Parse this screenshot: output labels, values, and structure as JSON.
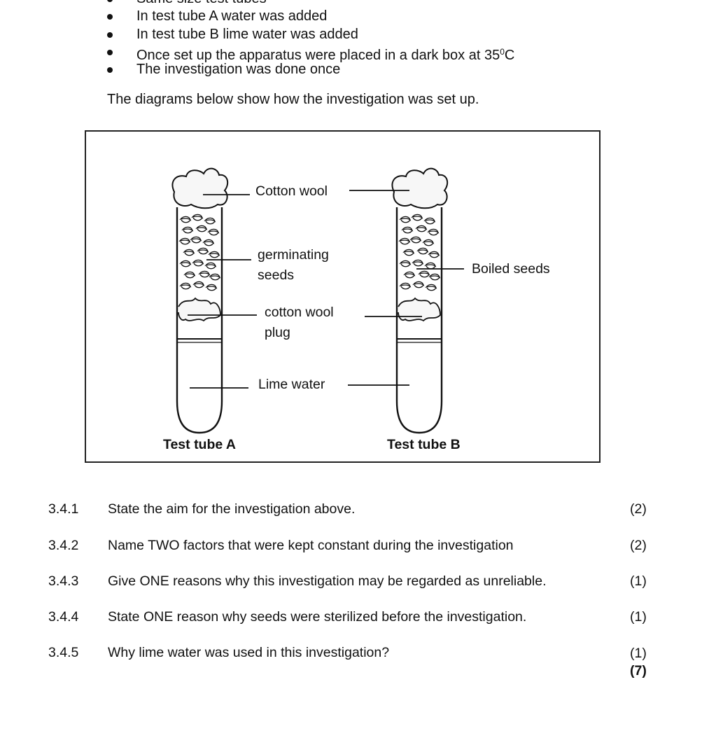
{
  "bullets": [
    {
      "text": "Same size test tubes"
    },
    {
      "text": "In test tube A water was added"
    },
    {
      "text": "In test tube B lime water was added"
    },
    {
      "text": "Once set up the apparatus were placed in a dark box at 35",
      "sup": "0",
      "suffix": "C"
    },
    {
      "text": "The investigation was done once"
    }
  ],
  "intro": "The diagrams below show how the investigation was set up.",
  "diagram": {
    "labels": {
      "cotton_wool_top": "Cotton wool",
      "germinating_seeds": "germinating\nseeds",
      "boiled_seeds": "Boiled seeds",
      "cotton_wool_plug": "cotton wool\nplug",
      "lime_water": "Lime water"
    },
    "captions": {
      "tube_a": "Test tube A",
      "tube_b": "Test tube B"
    }
  },
  "questions": [
    {
      "number": "3.4.1",
      "text": "State the aim for the investigation above.",
      "marks": "(2)"
    },
    {
      "number": "3.4.2",
      "text": "Name TWO factors that were kept constant during the investigation",
      "marks": "(2)"
    },
    {
      "number": "3.4.3",
      "text": "Give ONE reasons why this investigation may be regarded as unreliable.",
      "marks": "(1)"
    },
    {
      "number": "3.4.4",
      "text": "State ONE reason why seeds were sterilized before the investigation.",
      "marks": "(1)"
    },
    {
      "number": "3.4.5",
      "text": "Why lime water was used in this investigation?",
      "marks": "(1)"
    }
  ],
  "total": "(7)"
}
